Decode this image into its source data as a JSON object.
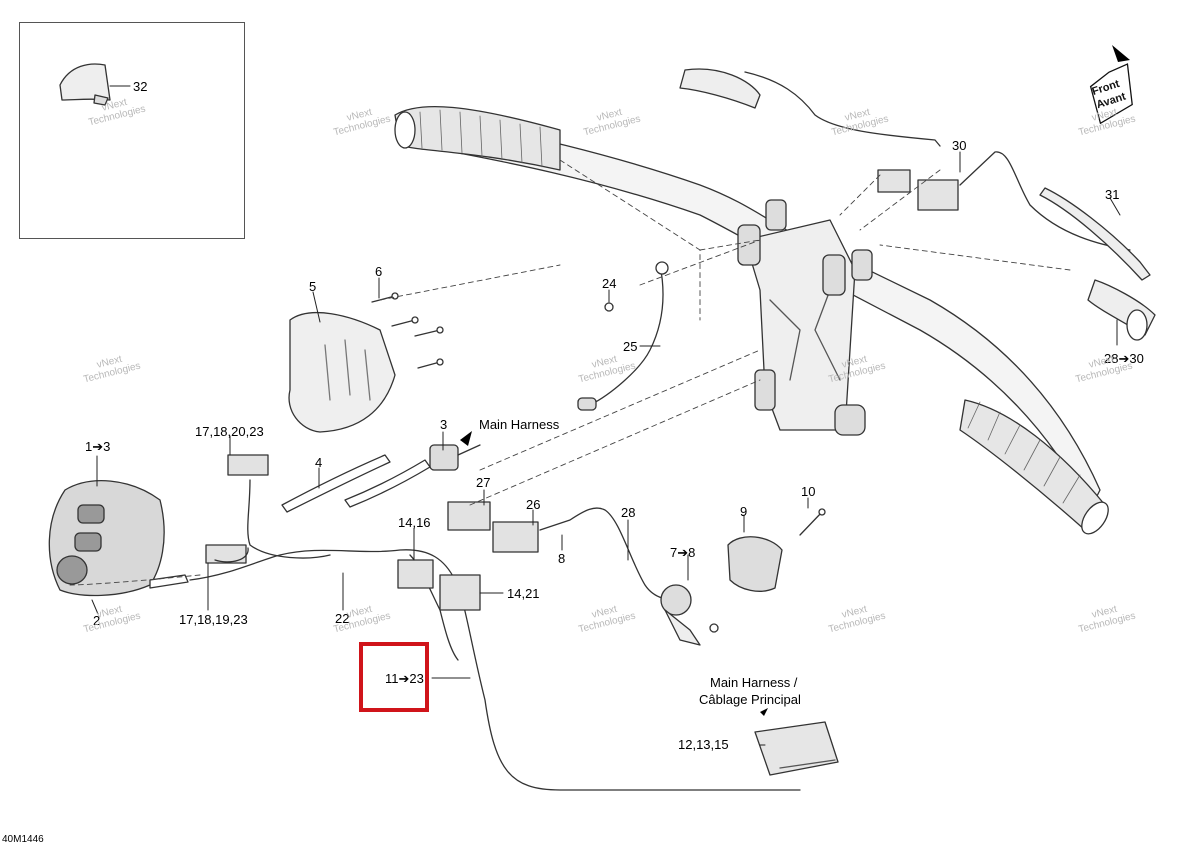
{
  "diagram": {
    "code": "40M1446",
    "front_label": {
      "line1": "Front",
      "line2": "Avant"
    },
    "callouts": {
      "c32": "32",
      "c30_top": "30",
      "c31": "31",
      "c28_30": "28➔30",
      "c24": "24",
      "c25": "25",
      "c5": "5",
      "c6": "6",
      "c3": "3",
      "main_harness_a": "Main Harness",
      "c4": "4",
      "c17_20": "17,18,20,23",
      "c1_3": "1➔3",
      "c2": "2",
      "c17_19": "17,18,19,23",
      "c22": "22",
      "c14_16": "14,16",
      "c27": "27",
      "c26": "26",
      "c8": "8",
      "c14_21": "14,21",
      "c28": "28",
      "c7_8": "7➔8",
      "c9": "9",
      "c10": "10",
      "c11_23": "11➔23",
      "main_harness_b1": "Main Harness /",
      "main_harness_b2": "Câblage Principal",
      "c12_15": "12,13,15"
    },
    "watermark": {
      "line1": "vNext",
      "line2": "Technologies"
    },
    "colors": {
      "highlight": "#d0141a",
      "line": "#333333",
      "watermark": "#b8b8b8"
    }
  }
}
